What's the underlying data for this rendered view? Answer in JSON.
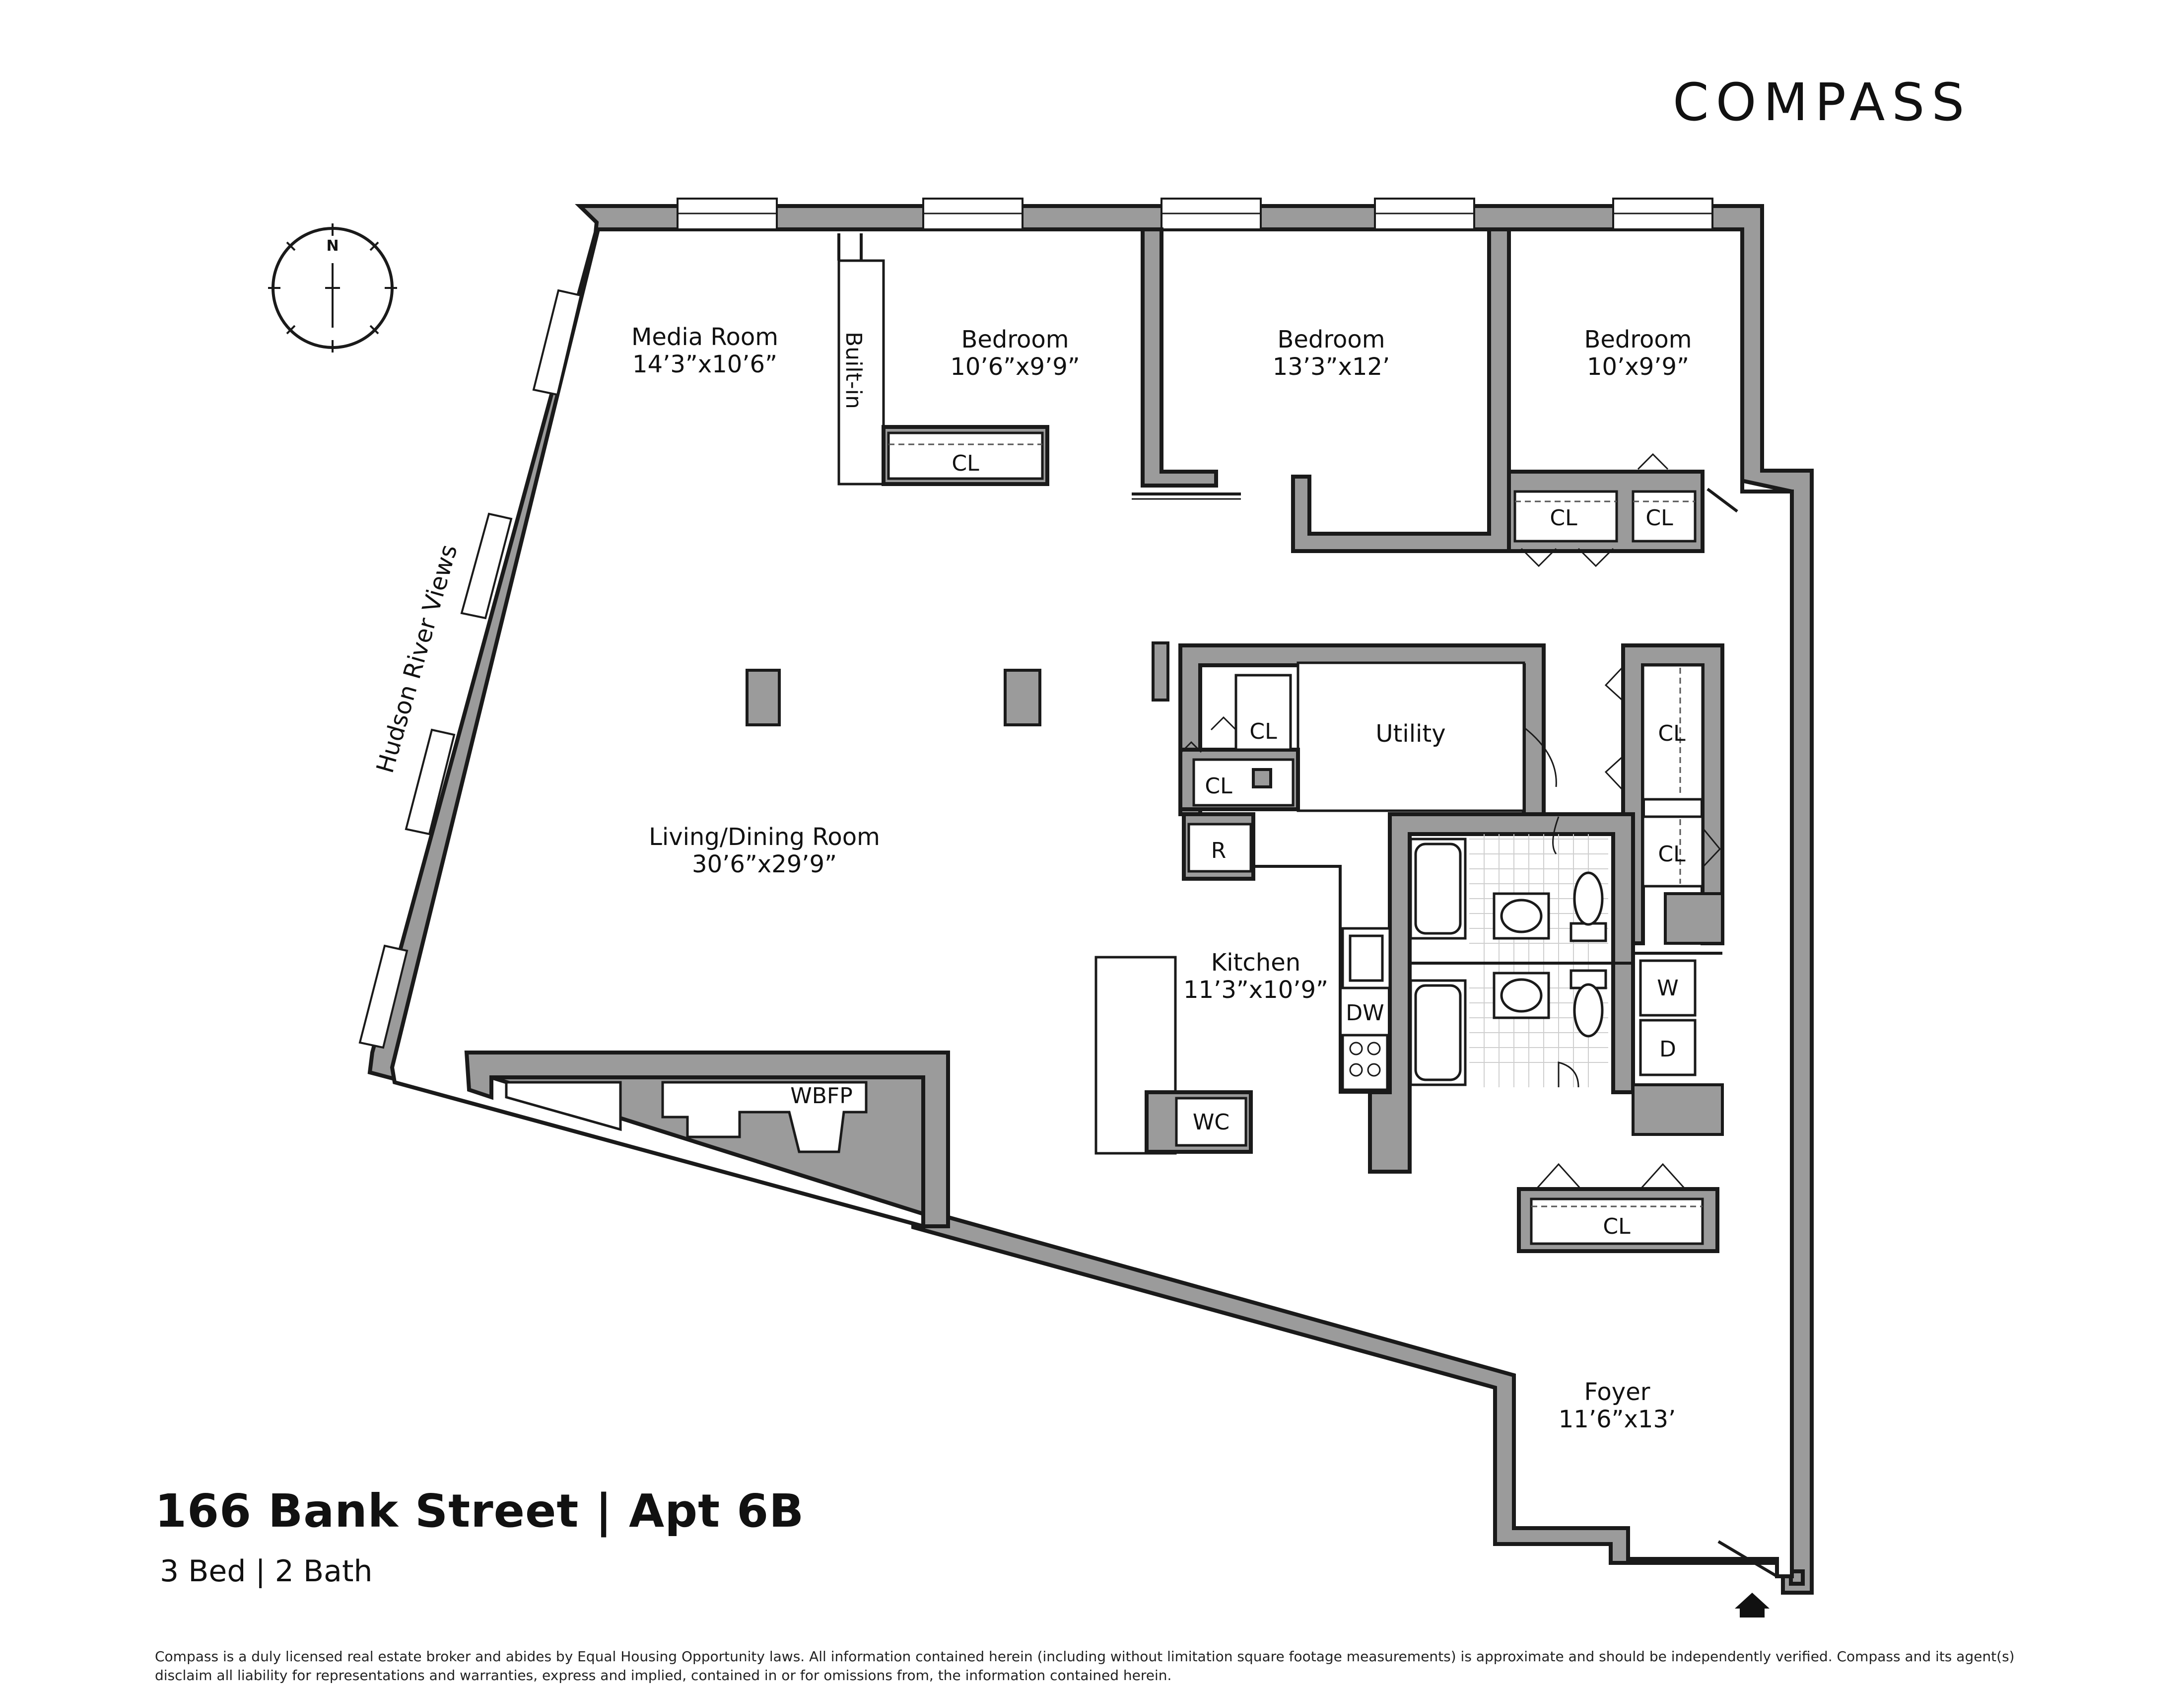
{
  "brand": {
    "logo_text": "COMPASS"
  },
  "listing": {
    "title": "166 Bank Street | Apt 6B",
    "subtitle": "3 Bed | 2 Bath"
  },
  "rooms": {
    "media": {
      "name": "Media Room",
      "dims": "14’3”x10’6”"
    },
    "bed1": {
      "name": "Bedroom",
      "dims": "10’6”x9’9”"
    },
    "bed2": {
      "name": "Bedroom",
      "dims": "13’3”x12’"
    },
    "bed3": {
      "name": "Bedroom",
      "dims": "10’x9’9”"
    },
    "living": {
      "name": "Living/Dining Room",
      "dims": "30’6”x29’9”"
    },
    "kitchen": {
      "name": "Kitchen",
      "dims": "11’3”x10’9”"
    },
    "utility": {
      "name": "Utility"
    },
    "foyer": {
      "name": "Foyer",
      "dims": "11’6”x13’"
    }
  },
  "fixtures": {
    "builtin": "Built-in",
    "closet": "CL",
    "refrigerator": "R",
    "dishwasher": "DW",
    "wine_cooler": "WC",
    "fireplace": "WBFP",
    "washer": "W",
    "dryer": "D"
  },
  "compass": {
    "north": "N"
  },
  "views_label": "Hudson River Views",
  "disclaimer": "Compass is a duly licensed real estate broker and abides by Equal Housing Opportunity laws.  All information contained herein (including without limitation square footage measurements) is approximate and should be independently verified. Compass and its agent(s) disclaim all liability for representations and warranties, express and implied, contained in or for omissions from, the information contained herein."
}
